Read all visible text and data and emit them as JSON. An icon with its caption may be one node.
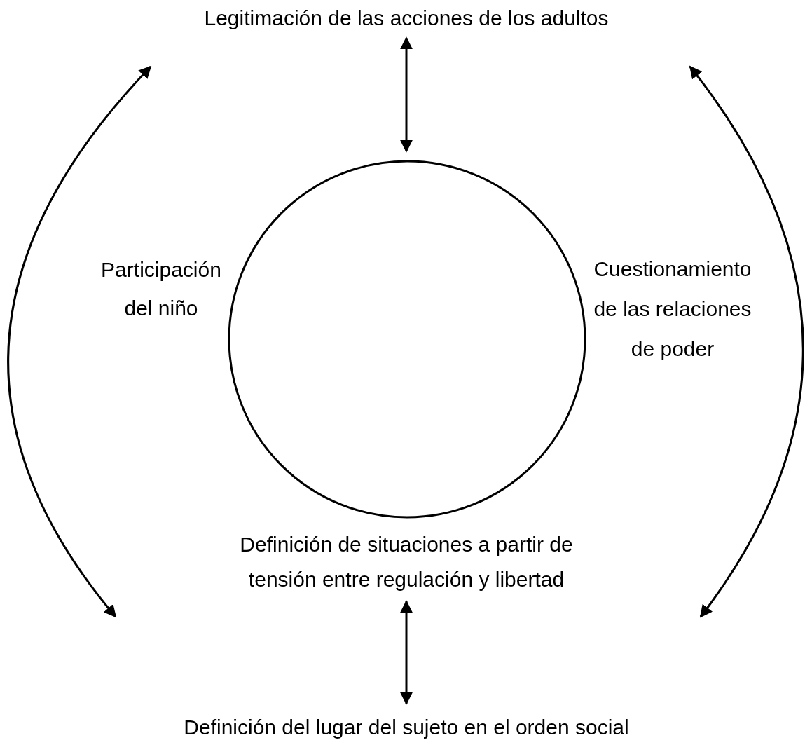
{
  "diagram": {
    "nodes": [
      {
        "text": [
          "Legitimación de las acciones de los adultos"
        ]
      },
      {
        "text": [],
        "shape": "circle"
      },
      {
        "text": [
          "Definición de situaciones a partir de tensión entre regulación y libertad"
        ]
      },
      {
        "text": [
          "Definición del lugar del sujeto en el orden social"
        ]
      }
    ],
    "edges": [
      {
        "from": 0,
        "to": 1,
        "arrow": "both"
      },
      {
        "from": 2,
        "to": 3,
        "arrow": "both"
      }
    ],
    "labels": [
      "Participación del niño",
      "Cuestionamiento de las relaciones de poder"
    ]
  }
}
